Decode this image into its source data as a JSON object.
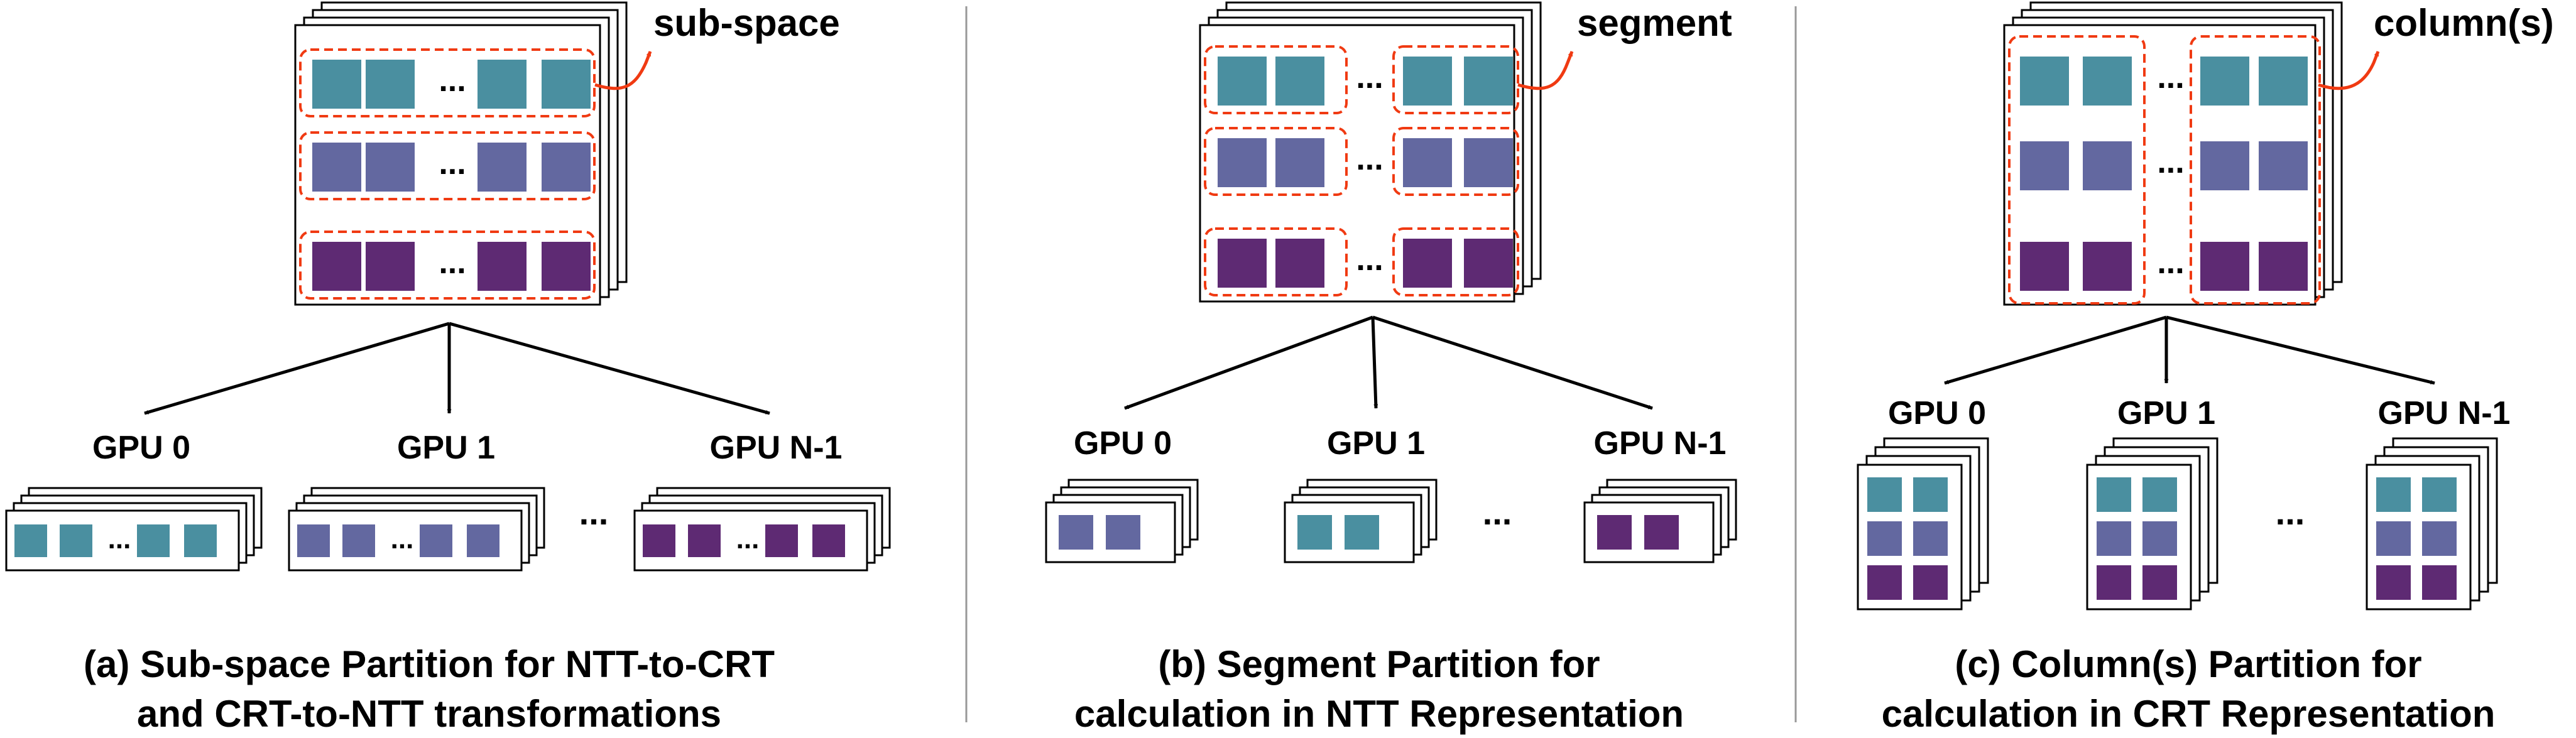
{
  "colors": {
    "teal": "#4A8FA0",
    "slate": "#6368A0",
    "purple": "#5E2A73",
    "dash": "#F03A12",
    "stroke": "#000000"
  },
  "panels": [
    {
      "callout": "sub-space",
      "gpus": [
        "GPU 0",
        "GPU 1",
        "GPU N-1"
      ],
      "caption": [
        "(a) Sub-space Partition for NTT-to-CRT",
        "and CRT-to-NTT transformations"
      ]
    },
    {
      "callout": "segment",
      "gpus": [
        "GPU 0",
        "GPU 1",
        "GPU N-1"
      ],
      "caption": [
        "(b) Segment  Partition for",
        "calculation in NTT Representation"
      ]
    },
    {
      "callout": "column(s)",
      "gpus": [
        "GPU 0",
        "GPU 1",
        "GPU N-1"
      ],
      "caption": [
        "(c) Column(s) Partition for",
        "calculation in CRT Representation"
      ]
    }
  ],
  "ellipsis": "..."
}
